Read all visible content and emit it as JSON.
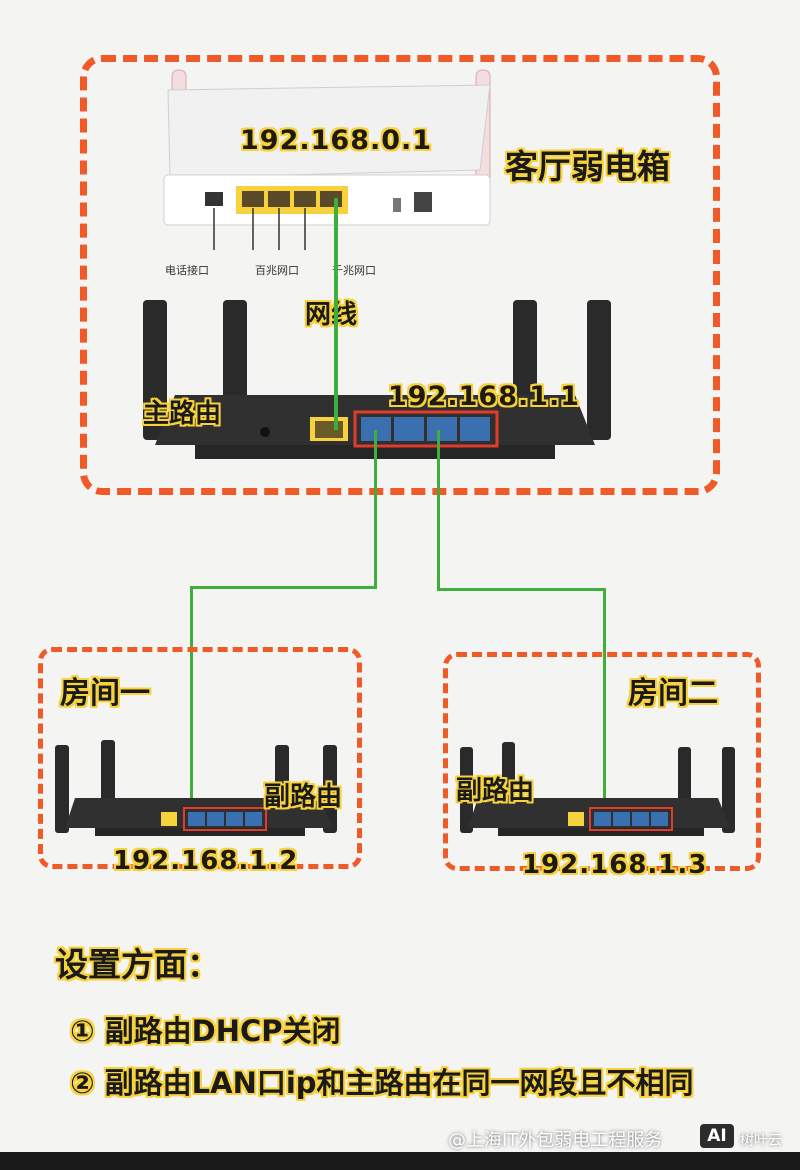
{
  "living_room_box": {
    "label": "客厅弱电箱"
  },
  "modem": {
    "ip": "192.168.0.1",
    "port_labels": [
      "电话接口",
      "百兆网口",
      "千兆网口"
    ]
  },
  "cable_label": "网线",
  "main_router": {
    "label": "主路由",
    "ip": "192.168.1.1"
  },
  "room1": {
    "label": "房间一",
    "router_label": "副路由",
    "ip": "192.168.1.2"
  },
  "room2": {
    "label": "房间二",
    "router_label": "副路由",
    "ip": "192.168.1.3"
  },
  "settings": {
    "title": "设置方面：",
    "items": [
      "① 副路由DHCP关闭",
      "② 副路由LAN口ip和主路由在同一网段且不相同"
    ]
  },
  "watermark": {
    "text": "@上海IT外包弱电工程服务",
    "badge": "AI",
    "brand": "树叶云"
  },
  "colors": {
    "dash": "#f05a28",
    "wire": "#3fae3b",
    "highlight": "#f7d23c",
    "port": "#3a6fb0"
  }
}
